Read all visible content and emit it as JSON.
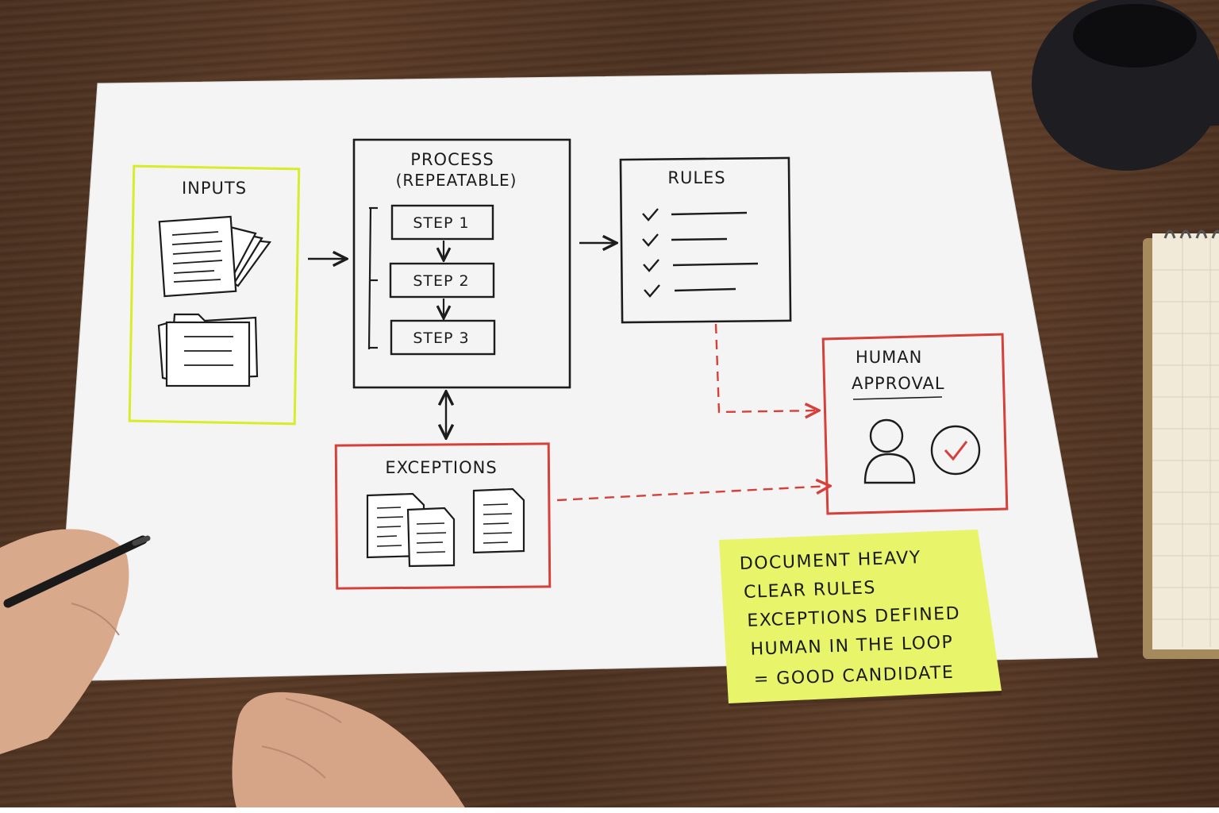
{
  "diagram": {
    "inputs": {
      "title": "INPUTS",
      "color": "#d8ec2a"
    },
    "process": {
      "title": "PROCESS",
      "subtitle": "(REPEATABLE)",
      "steps": [
        "STEP 1",
        "STEP 2",
        "STEP 3"
      ]
    },
    "rules": {
      "title": "RULES",
      "checklist_items": 4
    },
    "approval": {
      "title_line1": "HUMAN",
      "title_line2": "APPROVAL",
      "color": "#d6403a"
    },
    "exceptions": {
      "title": "EXCEPTIONS",
      "color": "#d6403a"
    }
  },
  "sticky_note": {
    "lines": [
      "DOCUMENT HEAVY",
      "CLEAR RULES",
      "EXCEPTIONS DEFINED",
      "HUMAN IN THE LOOP",
      "= GOOD CANDIDATE"
    ],
    "color": "#e8f56a"
  }
}
